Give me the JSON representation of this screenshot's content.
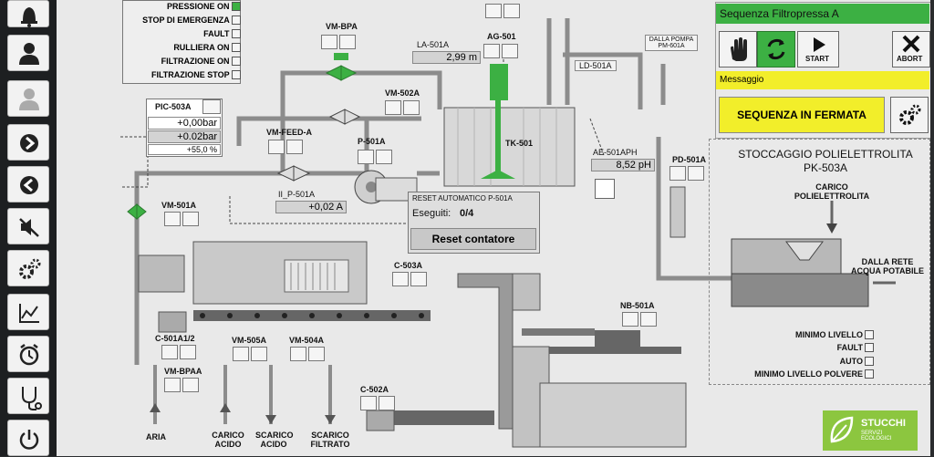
{
  "status_panel": {
    "items": [
      "PRESSIONE ON",
      "STOP DI EMERGENZA",
      "FAULT",
      "RULLIERA ON",
      "FILTRAZIONE ON",
      "FILTRAZIONE STOP"
    ]
  },
  "tags": {
    "vm_bpa": "VM-BPA",
    "vm_502a": "VM-502A",
    "vm_feed_a": "VM-FEED-A",
    "p_501a": "P-501A",
    "pic_503a": "PIC-503A",
    "vm_501a": "VM-501A",
    "ii_p_501a": "II_P-501A",
    "la_501a": "LA-501A",
    "ag_501": "AG-501",
    "ld_501a": "LD-501A",
    "tk_501": "TK-501",
    "ae_501aph": "AE-501APH",
    "pd_501a": "PD-501A",
    "c_503a": "C-503A",
    "nb_501a": "NB-501A",
    "c_501a12": "C-501A1/2",
    "vm_505a": "VM-505A",
    "vm_504a": "VM-504A",
    "vm_bpaa": "VM-BPAA",
    "c_502a": "C-502A"
  },
  "values": {
    "pic_503a_v1": "+0,00bar",
    "pic_503a_v2": "+0.02bar",
    "pic_503a_v3": "+55,0 %",
    "ii_p_501a": "+0,02 A",
    "la_501a": "2,99 m",
    "ae_501aph": "8,52 pH"
  },
  "notes": {
    "dalla_pompa": "DALLA POMPA PM-601A"
  },
  "reset_panel": {
    "title": "RESET AUTOMATICO P-501A",
    "executed_label": "Eseguiti:",
    "executed_value": "0/4",
    "reset_button": "Reset contatore"
  },
  "bottom_labels": {
    "aria": "ARIA",
    "carico_acido": "CARICO ACIDO",
    "scarico_acido": "SCARICO ACIDO",
    "scarico_filtrato": "SCARICO FILTRATO"
  },
  "sequence_panel": {
    "title": "Sequenza Filtropressa A",
    "start_label": "START",
    "abort_label": "ABORT",
    "message_label": "Messaggio",
    "message": "SEQUENZA IN FERMATA"
  },
  "storage_panel": {
    "title_line1": "STOCCAGGIO POLIELETTROLITA",
    "title_line2": "PK-503A",
    "carico": "CARICO POLIELETTROLITA",
    "dalla_rete": "DALLA RETE ACQUA POTABILE",
    "checks": [
      "MINIMO LIVELLO",
      "FAULT",
      "AUTO",
      "MINIMO LIVELLO POLVERE"
    ]
  },
  "logo": {
    "line1": "STUCCHI",
    "line2": "SERVIZI ECOLOGICI"
  },
  "colors": {
    "accent_green": "#3cb043",
    "yellow": "#f2ee2a",
    "panel_bg": "#e9e9e9",
    "logo_green": "#8cc63f"
  },
  "sidebar_icons": [
    "bell-icon",
    "user-icon",
    "user-disabled-icon",
    "arrow-right-icon",
    "arrow-left-icon",
    "mute-icon",
    "gears-icon",
    "trend-icon",
    "alarm-clock-icon",
    "stethoscope-icon",
    "power-icon"
  ]
}
